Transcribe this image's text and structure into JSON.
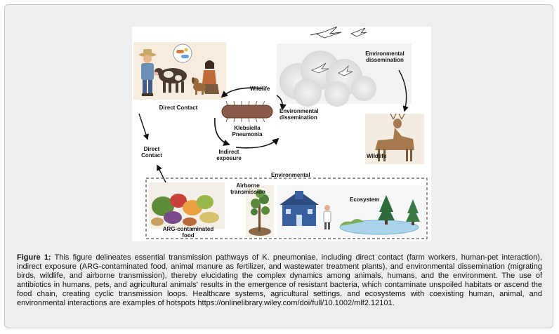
{
  "diagram": {
    "labels": {
      "direct_contact_top": "Direct Contact",
      "direct_contact_left_1": "Direct",
      "direct_contact_left_2": "Contact",
      "wildlife_mid": "Wildlife",
      "env_diss_mid_1": "Environmental",
      "env_diss_mid_2": "dissemination",
      "env_diss_top_1": "Environmental",
      "env_diss_top_2": "dissemination",
      "klebsiella_1": "Klebsiella",
      "klebsiella_2": "Pneumonia",
      "indirect_1": "Indirect",
      "indirect_2": "exposure",
      "wildlife_deer": "Wildlife",
      "environmental": "Environmental",
      "airborne_1": "Airborne",
      "airborne_2": "transmission",
      "ecosystem": "Ecosystem",
      "arg_food_1": "ARG-contaminated",
      "arg_food_2": "food"
    },
    "icons": [
      "farmer-icon",
      "cow-icon",
      "pill-bubble-icon",
      "woman-icon",
      "dog-icon",
      "bird-icon",
      "cloud-icon",
      "deer-icon",
      "bacterium-icon",
      "tree-icon",
      "hospital-icon",
      "doctor-icon",
      "pond-icon",
      "pine-tree-icon",
      "vegetables-icon"
    ],
    "colors": {
      "bacterium": "#8a5a4a",
      "hospital": "#3a5f9e",
      "pond": "#a9d4ec",
      "deer": "#a67a4e",
      "vegetation": "#4f7f3a"
    }
  },
  "caption": {
    "label": "Figure 1:",
    "text": " This figure delineates essential transmission pathways of K. pneumoniae, including direct contact (farm workers, human-pet interaction), indirect exposure (ARG-contaminated food, animal manure as fertilizer, and wastewater treatment plants), and environmental dissemination (migrating birds, wildlife, and airborne transmission), thereby elucidating the complex dynamics among animals, humans, and the environment. The use of antibiotics in humans, pets, and agricultural animals' results in the emergence of resistant bacteria, which contaminate unspoiled habitats or ascend the food chain, creating cyclic transmission loops. Healthcare systems, agricultural settings, and ecosystems with coexisting human, animal, and environmental interactions are examples of hotspots https://onlinelibrary.wiley.com/doi/full/10.1002/mlf2.12101."
  }
}
